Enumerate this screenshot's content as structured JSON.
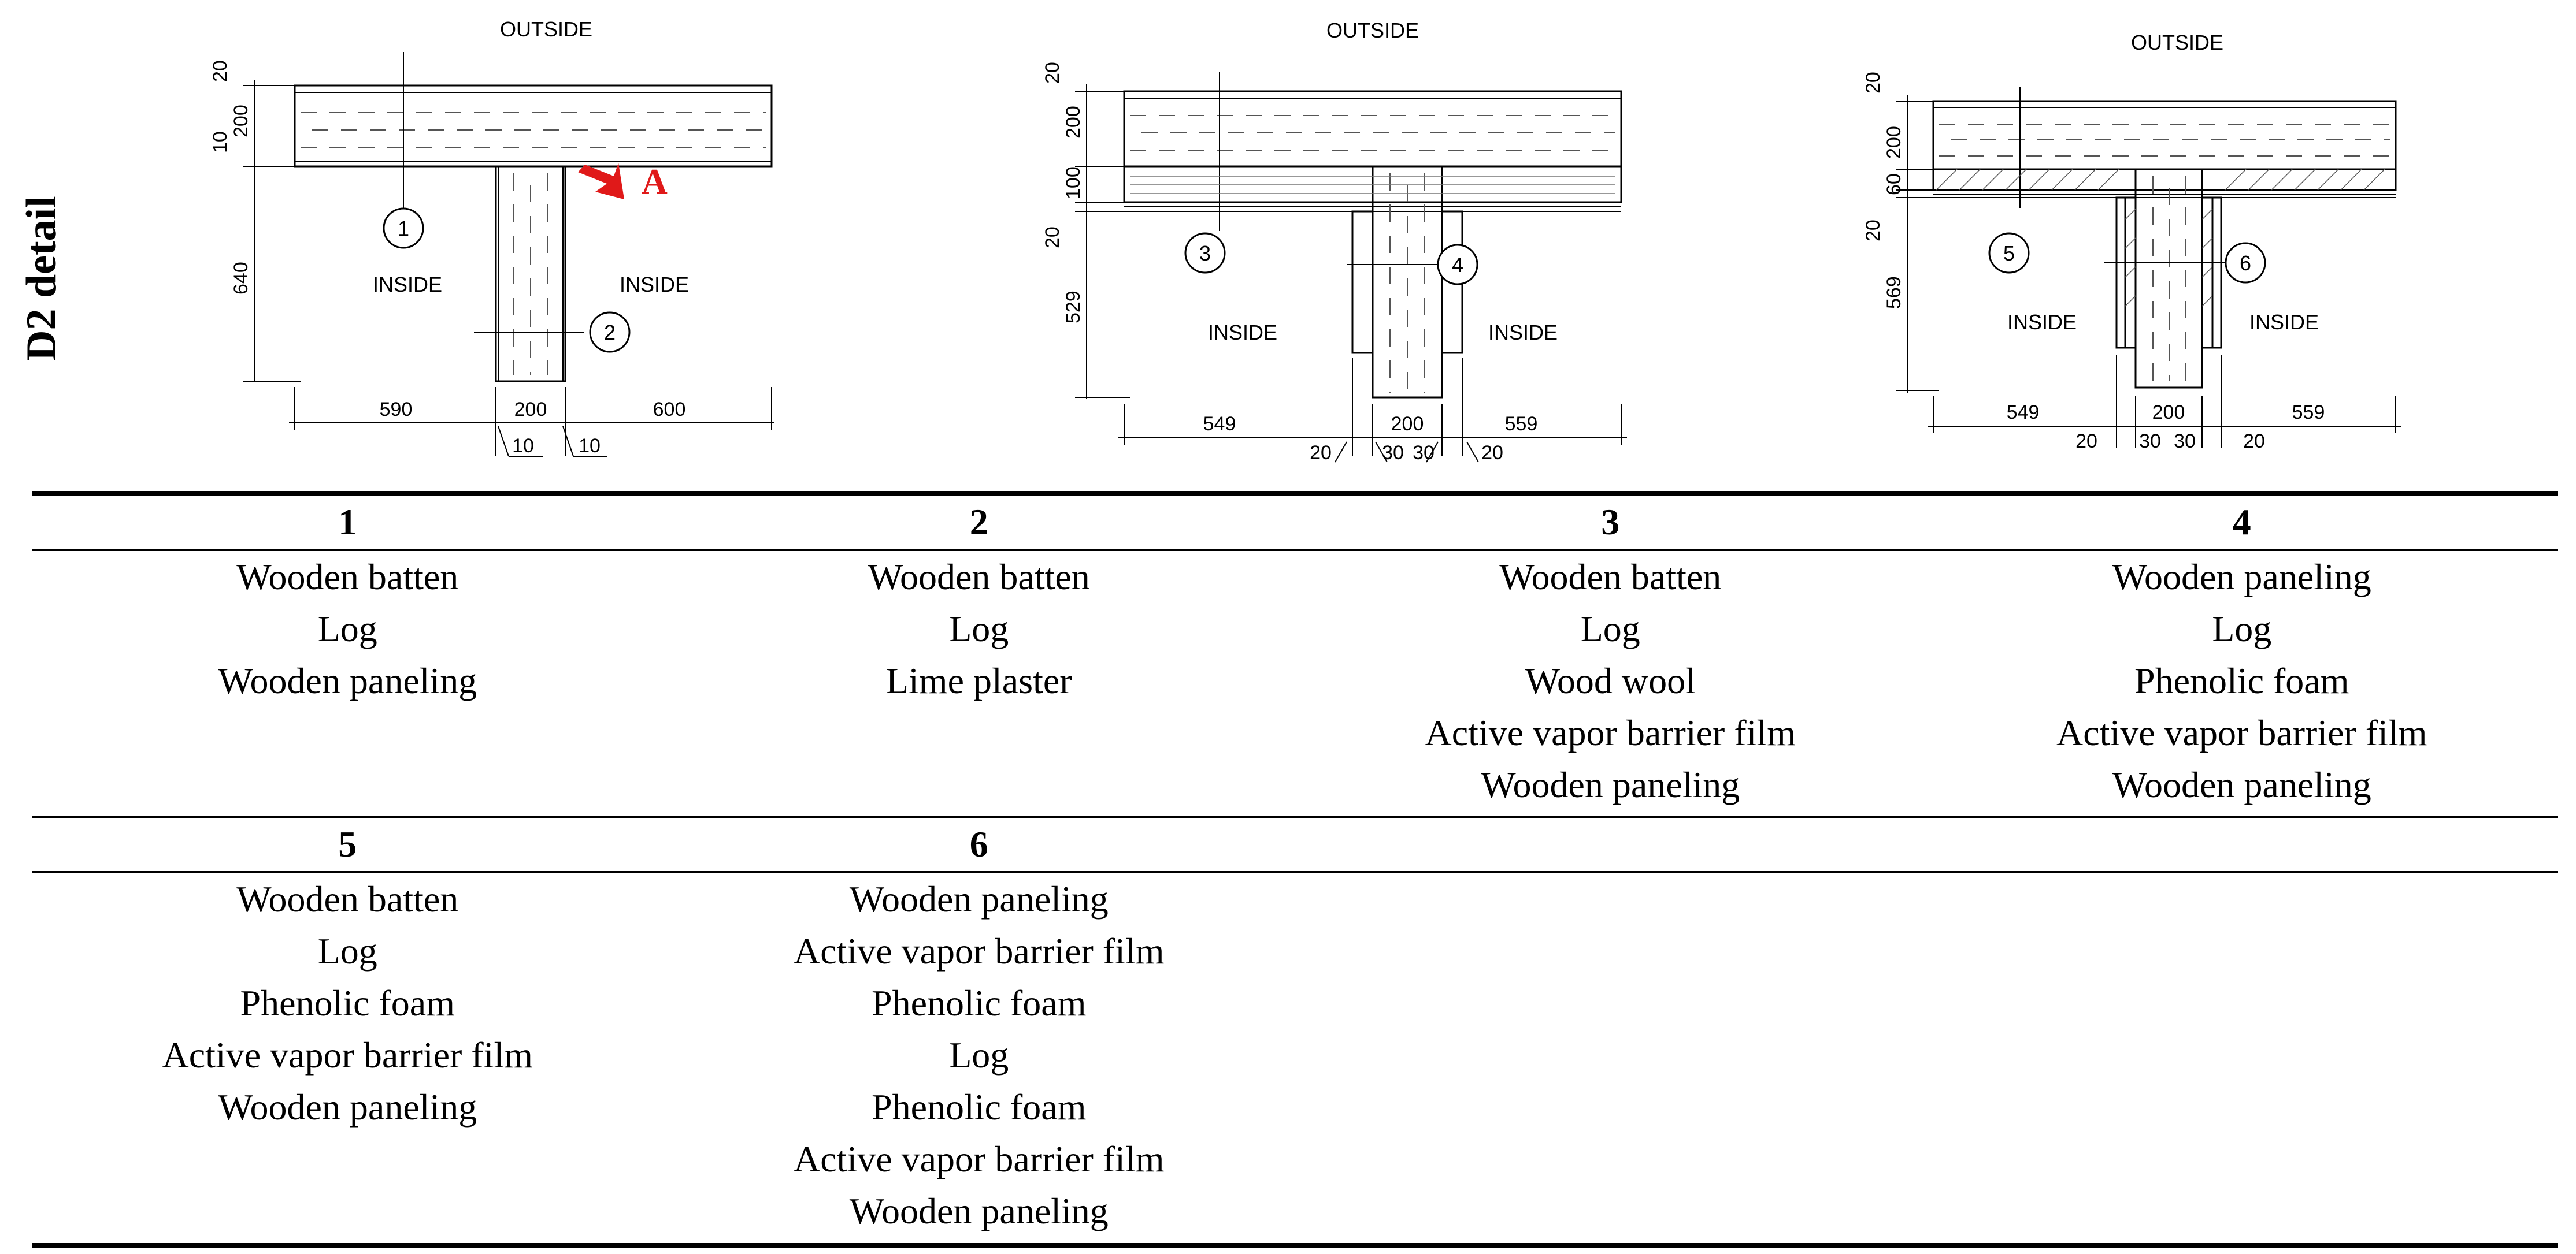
{
  "side_title": "D2 detail",
  "details": [
    {
      "outside": "OUTSIDE",
      "inside_left": "INSIDE",
      "inside_right": "INSIDE",
      "callouts": [
        "1",
        "2"
      ],
      "arrow_label": "A",
      "dims_vertical": [
        "20",
        "200",
        "10",
        "640"
      ],
      "dims_horizontal": [
        "590",
        "200",
        "600"
      ],
      "dims_small": [
        "10",
        "10"
      ]
    },
    {
      "outside": "OUTSIDE",
      "inside_left": "INSIDE",
      "inside_right": "INSIDE",
      "callouts": [
        "3",
        "4"
      ],
      "dims_vertical": [
        "20",
        "200",
        "100",
        "20",
        "529"
      ],
      "dims_horizontal": [
        "549",
        "200",
        "559"
      ],
      "dims_small": [
        "20",
        "30",
        "30",
        "20"
      ]
    },
    {
      "outside": "OUTSIDE",
      "inside_left": "INSIDE",
      "inside_right": "INSIDE",
      "callouts": [
        "5",
        "6"
      ],
      "dims_vertical": [
        "20",
        "200",
        "60",
        "20",
        "569"
      ],
      "dims_horizontal": [
        "549",
        "200",
        "559"
      ],
      "dims_small": [
        "20",
        "30",
        "30",
        "20"
      ]
    }
  ],
  "table": {
    "rows": [
      {
        "headers": [
          "1",
          "2",
          "3",
          "4"
        ],
        "cells": [
          [
            "Wooden batten",
            "Log",
            "Wooden paneling"
          ],
          [
            "Wooden batten",
            "Log",
            "Lime plaster"
          ],
          [
            "Wooden batten",
            "Log",
            "Wood wool",
            "Active vapor barrier film",
            "Wooden paneling"
          ],
          [
            "Wooden paneling",
            "Log",
            "Phenolic foam",
            "Active vapor barrier film",
            "Wooden paneling"
          ]
        ]
      },
      {
        "headers": [
          "5",
          "6",
          "",
          ""
        ],
        "cells": [
          [
            "Wooden batten",
            "Log",
            "Phenolic foam",
            "Active vapor barrier film",
            "Wooden paneling"
          ],
          [
            "Wooden paneling",
            "Active vapor barrier film",
            "Phenolic foam",
            "Log",
            "Phenolic foam",
            "Active vapor barrier film",
            "Wooden paneling"
          ],
          [],
          []
        ]
      }
    ]
  },
  "colors": {
    "arrow": "#e01919",
    "line": "#000000",
    "hatch": "#555555"
  }
}
